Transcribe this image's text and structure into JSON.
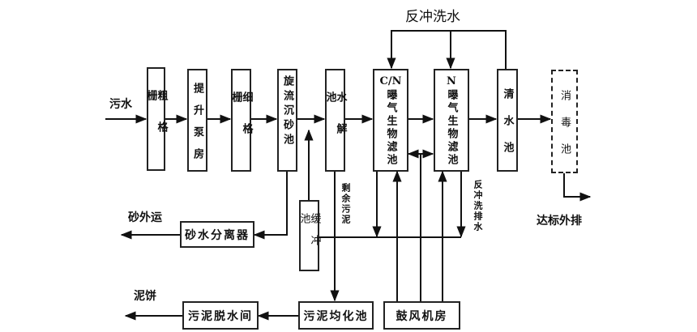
{
  "title_top": "反冲洗水",
  "units": {
    "coarse_screen": "粗格栅",
    "lift_pump": "提升泵房",
    "fine_screen": "细格栅",
    "grit_chamber": "旋流沉砂池",
    "hydrolysis": "水解池",
    "cn_baf_prefix": "C/N",
    "cn_baf": "曝气生物滤池",
    "n_baf_prefix": "N",
    "n_baf": "曝气生物滤池",
    "clear_water": "清水池",
    "disinfection": "消毒池",
    "buffer_tank": "缓冲池",
    "sand_separator": "砂水分离器",
    "sludge_dewatering": "污泥脱水间",
    "sludge_homogenizer": "污泥均化池",
    "blower_room": "鼓风机房"
  },
  "labels": {
    "inflow": "污水",
    "sand_out": "砂外运",
    "sludge_cake": "泥饼",
    "excess_sludge": "剩余污泥",
    "backwash_drain": "反冲洗排水",
    "discharge": "达标外排"
  }
}
